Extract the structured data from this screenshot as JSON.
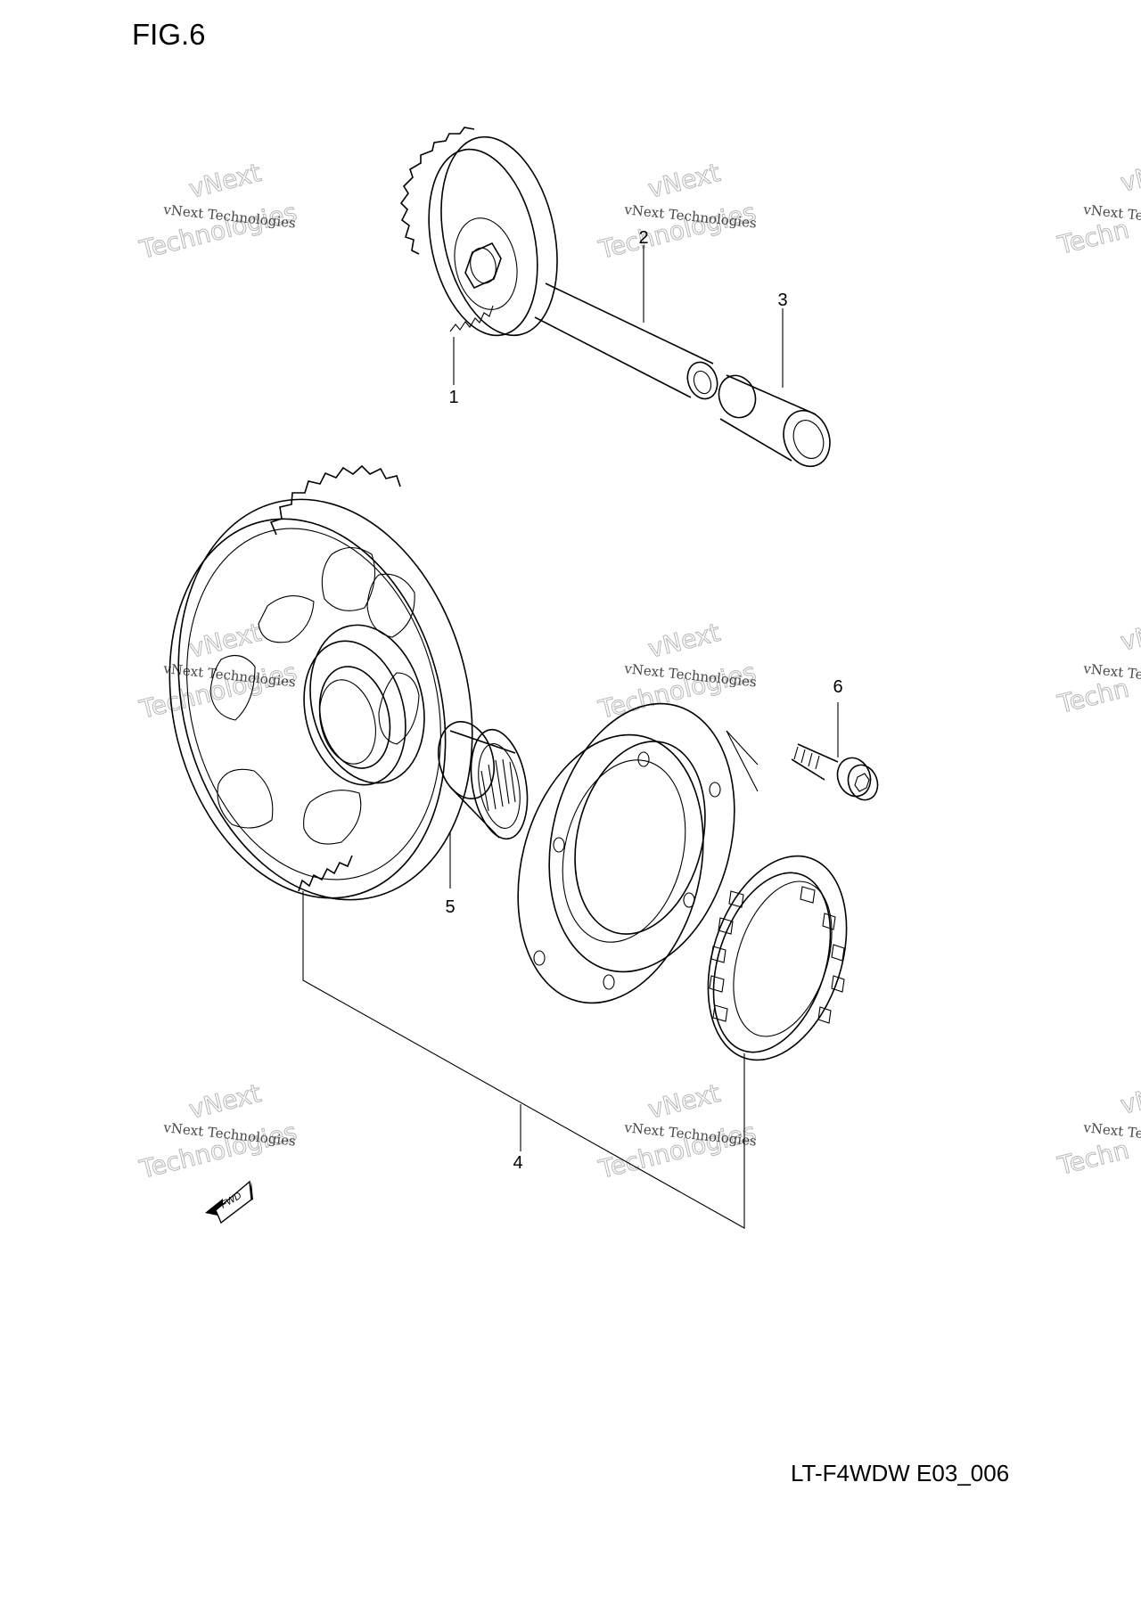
{
  "figure": {
    "title": "FIG.6",
    "code": "LT-F4WDW E03_006"
  },
  "callouts": [
    "1",
    "2",
    "3",
    "4",
    "5",
    "6"
  ],
  "watermark": {
    "line1": "vNext Technologies",
    "line2": "vNext",
    "line3": "Technologies",
    "partial1": "vNext Te",
    "partial2": "Techn",
    "partial3": "vN"
  },
  "fwd_label": "FWD"
}
